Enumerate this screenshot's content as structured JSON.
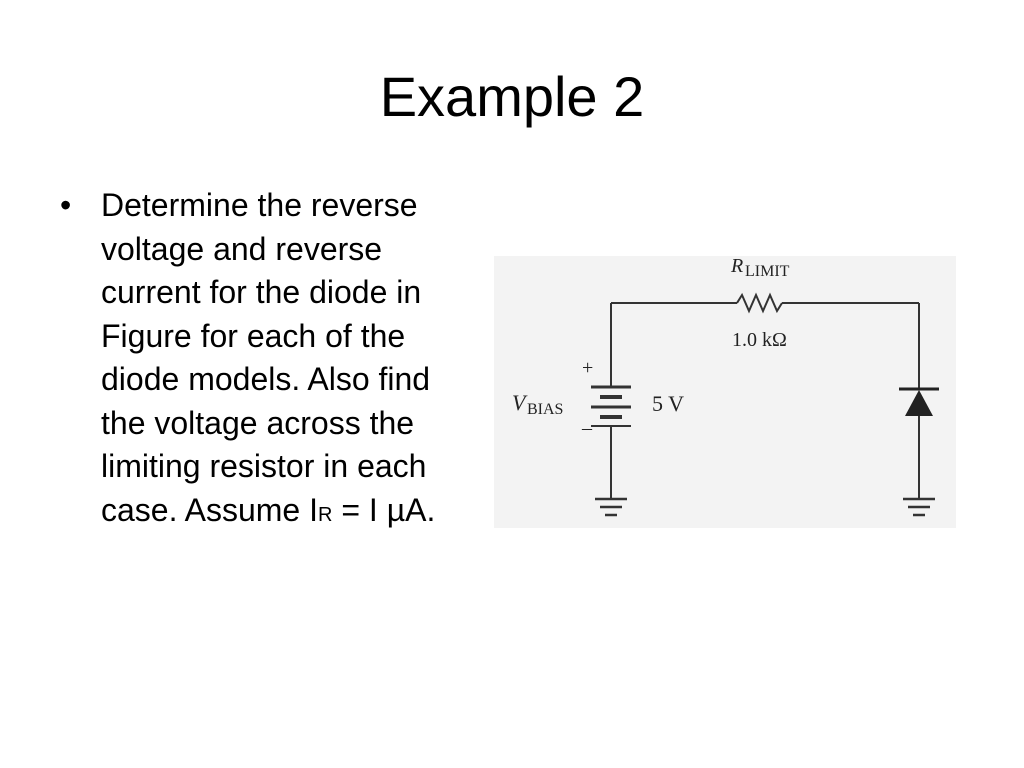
{
  "slide": {
    "title": "Example 2",
    "bullet": {
      "marker": "•",
      "text_before_sub": "Determine the reverse voltage and reverse current for the diode in Figure for each of the diode models. Also find the voltage across the limiting resistor in each case. Assume I",
      "subscript": "R",
      "text_after_sub": " = I µA."
    }
  },
  "figure": {
    "resistor_label_main": "R",
    "resistor_label_sub": "LIMIT",
    "resistor_value": "1.0 kΩ",
    "source_label_main": "V",
    "source_label_sub": "BIAS",
    "source_value": "5 V",
    "plus_sign": "+",
    "minus_sign": "–"
  }
}
